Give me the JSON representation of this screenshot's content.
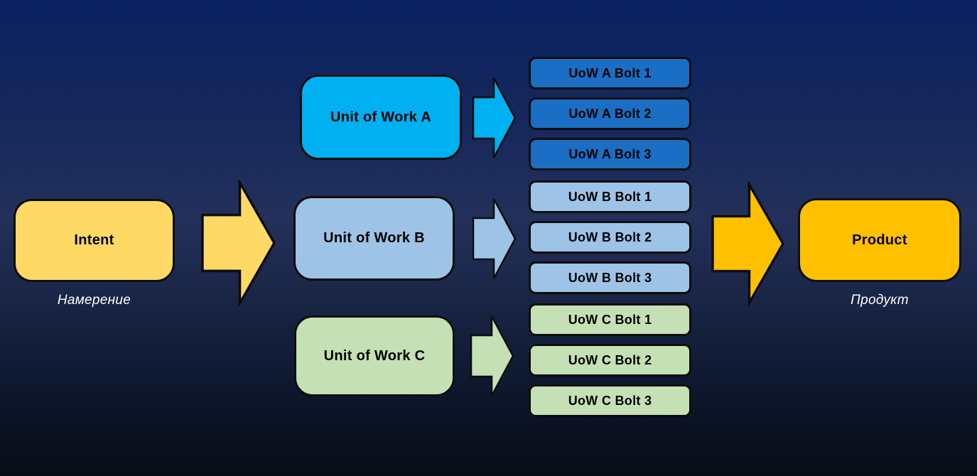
{
  "background": {
    "gradient_top": "#0A2262",
    "gradient_mid": "#23305A",
    "gradient_bottom": "#070C16"
  },
  "border_color": "#0D0D0D",
  "text_color": "#000000",
  "caption_color": "#FFFFFF",
  "intent": {
    "label": "Intent",
    "caption": "Намерение",
    "fill": "#FFD966"
  },
  "product": {
    "label": "Product",
    "caption": "Продукт",
    "fill": "#FFC000"
  },
  "flow_arrows": {
    "intent_to_units": {
      "fill": "#FFD966"
    },
    "units_to_product": {
      "fill": "#FFC000"
    }
  },
  "units": [
    {
      "label": "Unit of Work A",
      "box_fill": "#00B0F0",
      "arrow_fill": "#00B0F0",
      "bolt_fill": "#1A6EC4",
      "bolts": [
        "UoW A Bolt 1",
        "UoW A Bolt 2",
        "UoW A Bolt 3"
      ]
    },
    {
      "label": "Unit of Work B",
      "box_fill": "#9DC3E6",
      "arrow_fill": "#9DC3E6",
      "bolt_fill": "#9DC3E6",
      "bolts": [
        "UoW B Bolt 1",
        "UoW B Bolt 2",
        "UoW B Bolt 3"
      ]
    },
    {
      "label": "Unit of Work C",
      "box_fill": "#C5E0B4",
      "arrow_fill": "#C5E0B4",
      "bolt_fill": "#C5E0B4",
      "bolts": [
        "UoW C Bolt 1",
        "UoW C Bolt 2",
        "UoW C Bolt 3"
      ]
    }
  ]
}
